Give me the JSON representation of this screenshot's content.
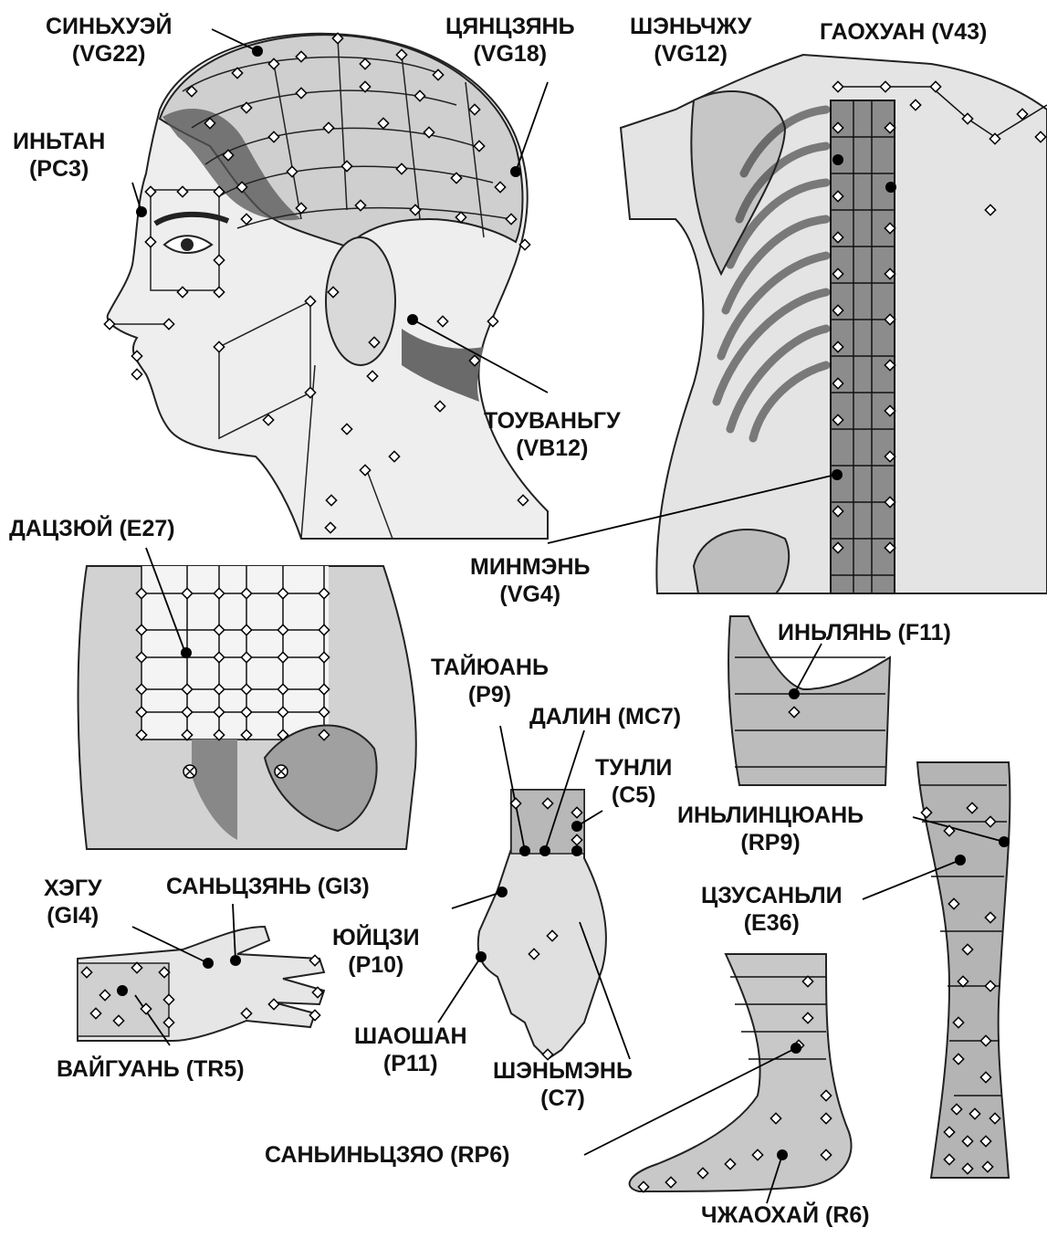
{
  "colors": {
    "skin": "#ececec",
    "shade": "#9a9a9a",
    "dark": "#303030",
    "line": "#000000",
    "point": "#000000",
    "marker_fill": "#ffffff"
  },
  "icons": {
    "acupoint": "filled-black-circle",
    "marker": "white-diamond",
    "forbidden_point": "circle-with-x"
  },
  "labels": {
    "sinhuei": {
      "name": "СИНЬХУЭЙ",
      "code": "(VG22)"
    },
    "tsyantszyan": {
      "name": "ЦЯНЦЗЯНЬ",
      "code": "(VG18)"
    },
    "shenchzhu": {
      "name": "ШЭНЬЧЖУ",
      "code": "(VG12)"
    },
    "gaohuan": {
      "name": "ГАОХУАН (V43)"
    },
    "intan": {
      "name": "ИНЬТАН",
      "code": "(PC3)"
    },
    "touvangu": {
      "name": "ТОУВАНЬГУ",
      "code": "(VB12)"
    },
    "datszyui": {
      "name": "ДАЦЗЮЙ (E27)"
    },
    "minmen": {
      "name": "МИНМЭНЬ",
      "code": "(VG4)"
    },
    "inlyan": {
      "name": "ИНЬЛЯНЬ (F11)"
    },
    "taiyuan": {
      "name": "ТАЙЮАНЬ",
      "code": "(P9)"
    },
    "dalin": {
      "name": "ДАЛИН (MC7)"
    },
    "tunli": {
      "name": "ТУНЛИ",
      "code": "(C5)"
    },
    "inlintsyuan": {
      "name": "ИНЬЛИНЦЮАНЬ",
      "code": "(RP9)"
    },
    "hegu": {
      "name": "ХЭГУ",
      "code": "(GI4)"
    },
    "santszyan": {
      "name": "САНЬЦЗЯНЬ (GI3)"
    },
    "yuitszi": {
      "name": "ЮЙЦЗИ",
      "code": "(P10)"
    },
    "tszusanli": {
      "name": "ЦЗУСАНЬЛИ",
      "code": "(E36)"
    },
    "shaoshan": {
      "name": "ШАОШАН",
      "code": "(P11)"
    },
    "vaiguan": {
      "name": "ВАЙГУАНЬ (TR5)"
    },
    "shenmen": {
      "name": "ШЭНЬМЭНЬ",
      "code": "(C7)"
    },
    "saninjiao": {
      "name": "САНЬИНЬЦЗЯО (RP6)"
    },
    "chzhaohai": {
      "name": "ЧЖАОХАЙ (R6)"
    }
  }
}
